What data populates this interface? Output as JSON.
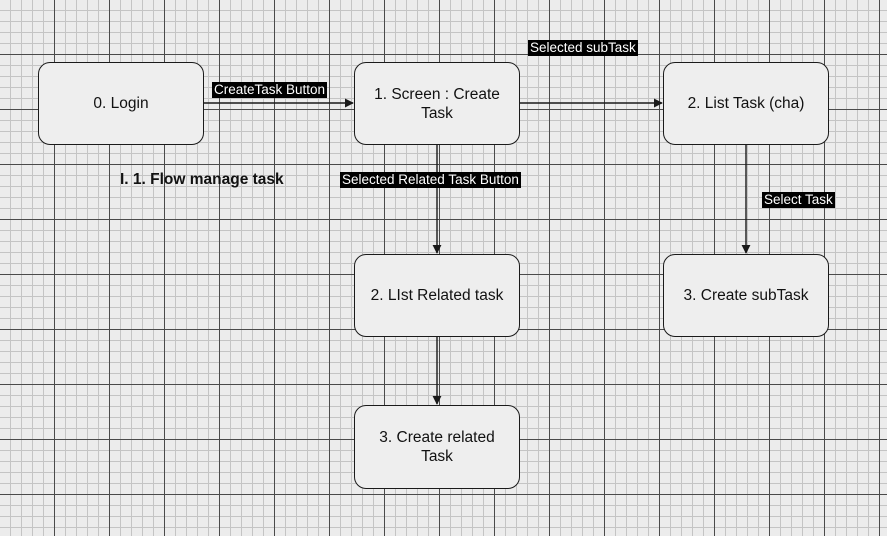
{
  "title": "I. 1. Flow manage task",
  "nodes": {
    "login": "0. Login",
    "screen_create_task": "1. Screen : Create Task",
    "list_task": "2. List Task (cha)",
    "list_related_task": "2. LIst  Related task",
    "create_subtask": "3. Create subTask",
    "create_related_task": "3. Create related Task"
  },
  "edges": {
    "create_task_button": "CreateTask Button",
    "selected_subtask": "Selected subTask",
    "selected_related_task_button": "Selected Related Task  Button",
    "select_task": "Select Task"
  }
}
